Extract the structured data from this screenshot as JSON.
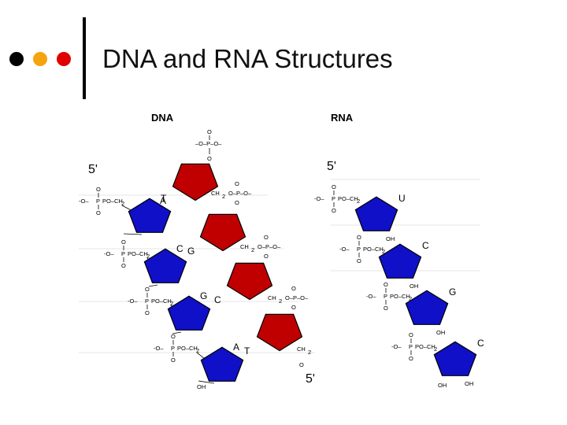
{
  "slide": {
    "title": "DNA and RNA Structures",
    "bullet_colors": [
      "#000000",
      "#f5a30e",
      "#e00000"
    ]
  },
  "diagram": {
    "colors": {
      "sugar_blue": "#1010c8",
      "sugar_red": "#c00000"
    },
    "dna": {
      "heading": "DNA",
      "five_prime_left": "5'",
      "five_prime_bottom": "5'",
      "left_strand_bases": [
        "T",
        "C",
        "G",
        "A"
      ],
      "right_strand_bases": [
        "A",
        "G",
        "C",
        "T"
      ]
    },
    "rna": {
      "heading": "RNA",
      "five_prime": "5'",
      "bases": [
        "U",
        "C",
        "G",
        "C"
      ]
    },
    "labels": {
      "o": "O",
      "p": "P",
      "o_minus": "O",
      "minus": "–",
      "ch2": "CH",
      "sub2": "2",
      "oh": "OH",
      "po": "PO",
      "dash": "–"
    }
  }
}
